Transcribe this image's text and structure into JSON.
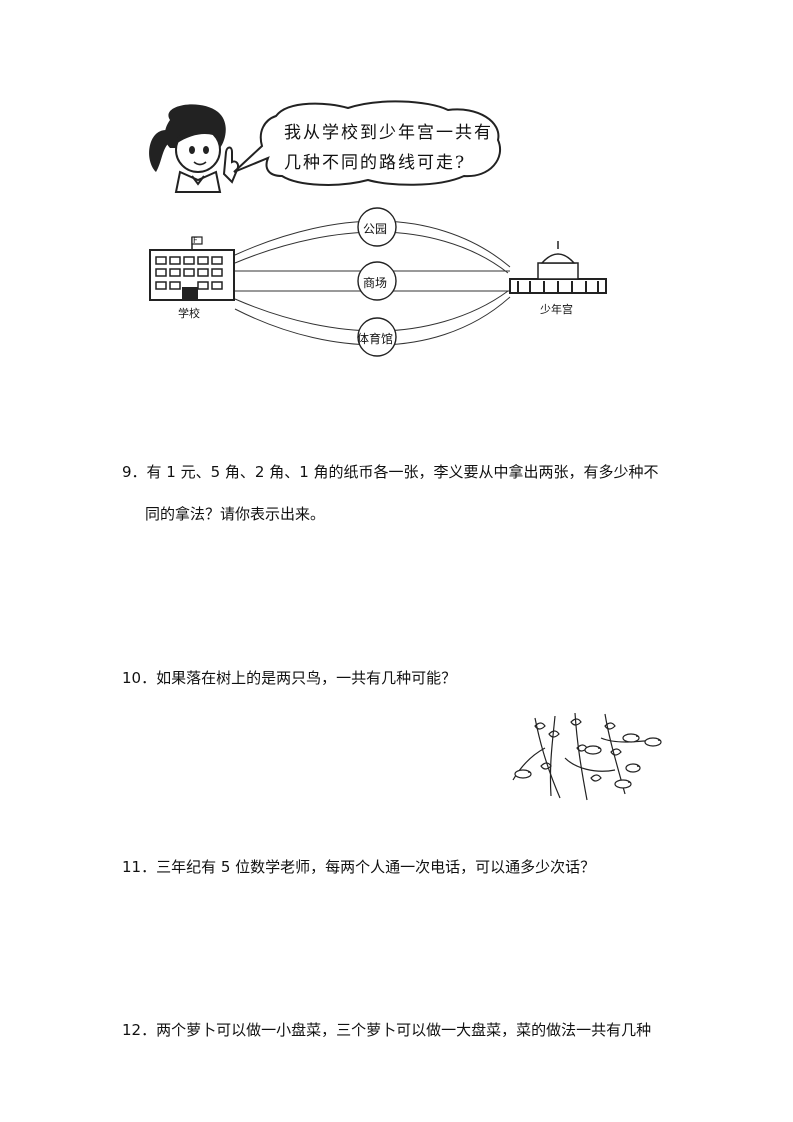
{
  "figure_route": {
    "speech_bubble": {
      "line1": "我从学校到少年宫一共有",
      "line2": "几种不同的路线可走?"
    },
    "school_label": "学校",
    "youth_palace_label": "少年宫",
    "stops": {
      "park": "公园",
      "mall": "商场",
      "gym": "体育馆"
    },
    "flag_text": "F"
  },
  "questions": {
    "q9": {
      "line1": "9．有 1 元、5 角、2 角、1 角的纸币各一张，李义要从中拿出两张，有多少种不",
      "line2": "同的拿法？请你表示出来。"
    },
    "q10": {
      "line1": "10．如果落在树上的是两只鸟，一共有几种可能？"
    },
    "q11": {
      "line1": "11．三年纪有 5 位数学老师，每两个人通一次电话，可以通多少次话？"
    },
    "q12": {
      "line1": "12．两个萝卜可以做一小盘菜，三个萝卜可以做一大盘菜，菜的做法一共有几种"
    }
  }
}
